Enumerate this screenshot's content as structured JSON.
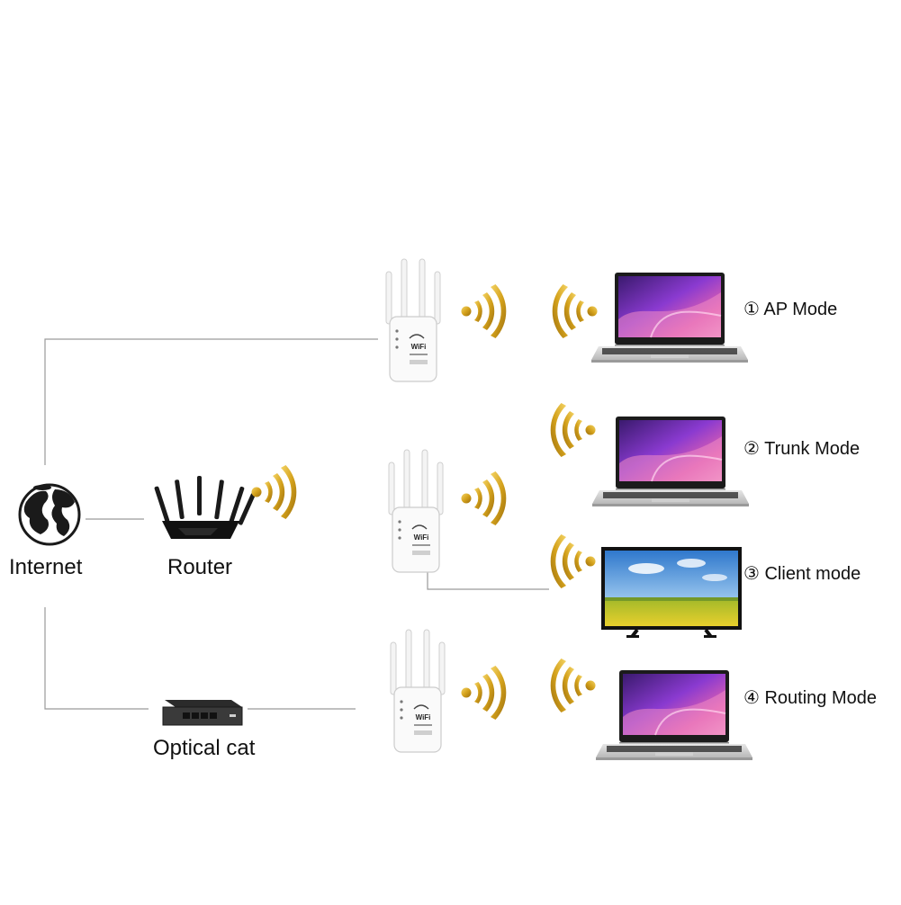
{
  "nodes": {
    "internet": "Internet",
    "router": "Router",
    "optical_cat": "Optical cat"
  },
  "modes": [
    {
      "label": "① AP Mode"
    },
    {
      "label": "② Trunk Mode"
    },
    {
      "label": "③ Client mode"
    },
    {
      "label": "④ Routing Mode"
    }
  ],
  "repeater_badge": "WiFi",
  "colors": {
    "line": "#9a9a9a",
    "signal_gold": "#d4a21c",
    "signal_dark": "#a87812",
    "screen_purple": "#6a2fa6",
    "screen_pink": "#e060b0",
    "tv_sky": "#4a8fd6",
    "tv_field": "#d9c32a",
    "device_white": "#f4f4f4"
  }
}
